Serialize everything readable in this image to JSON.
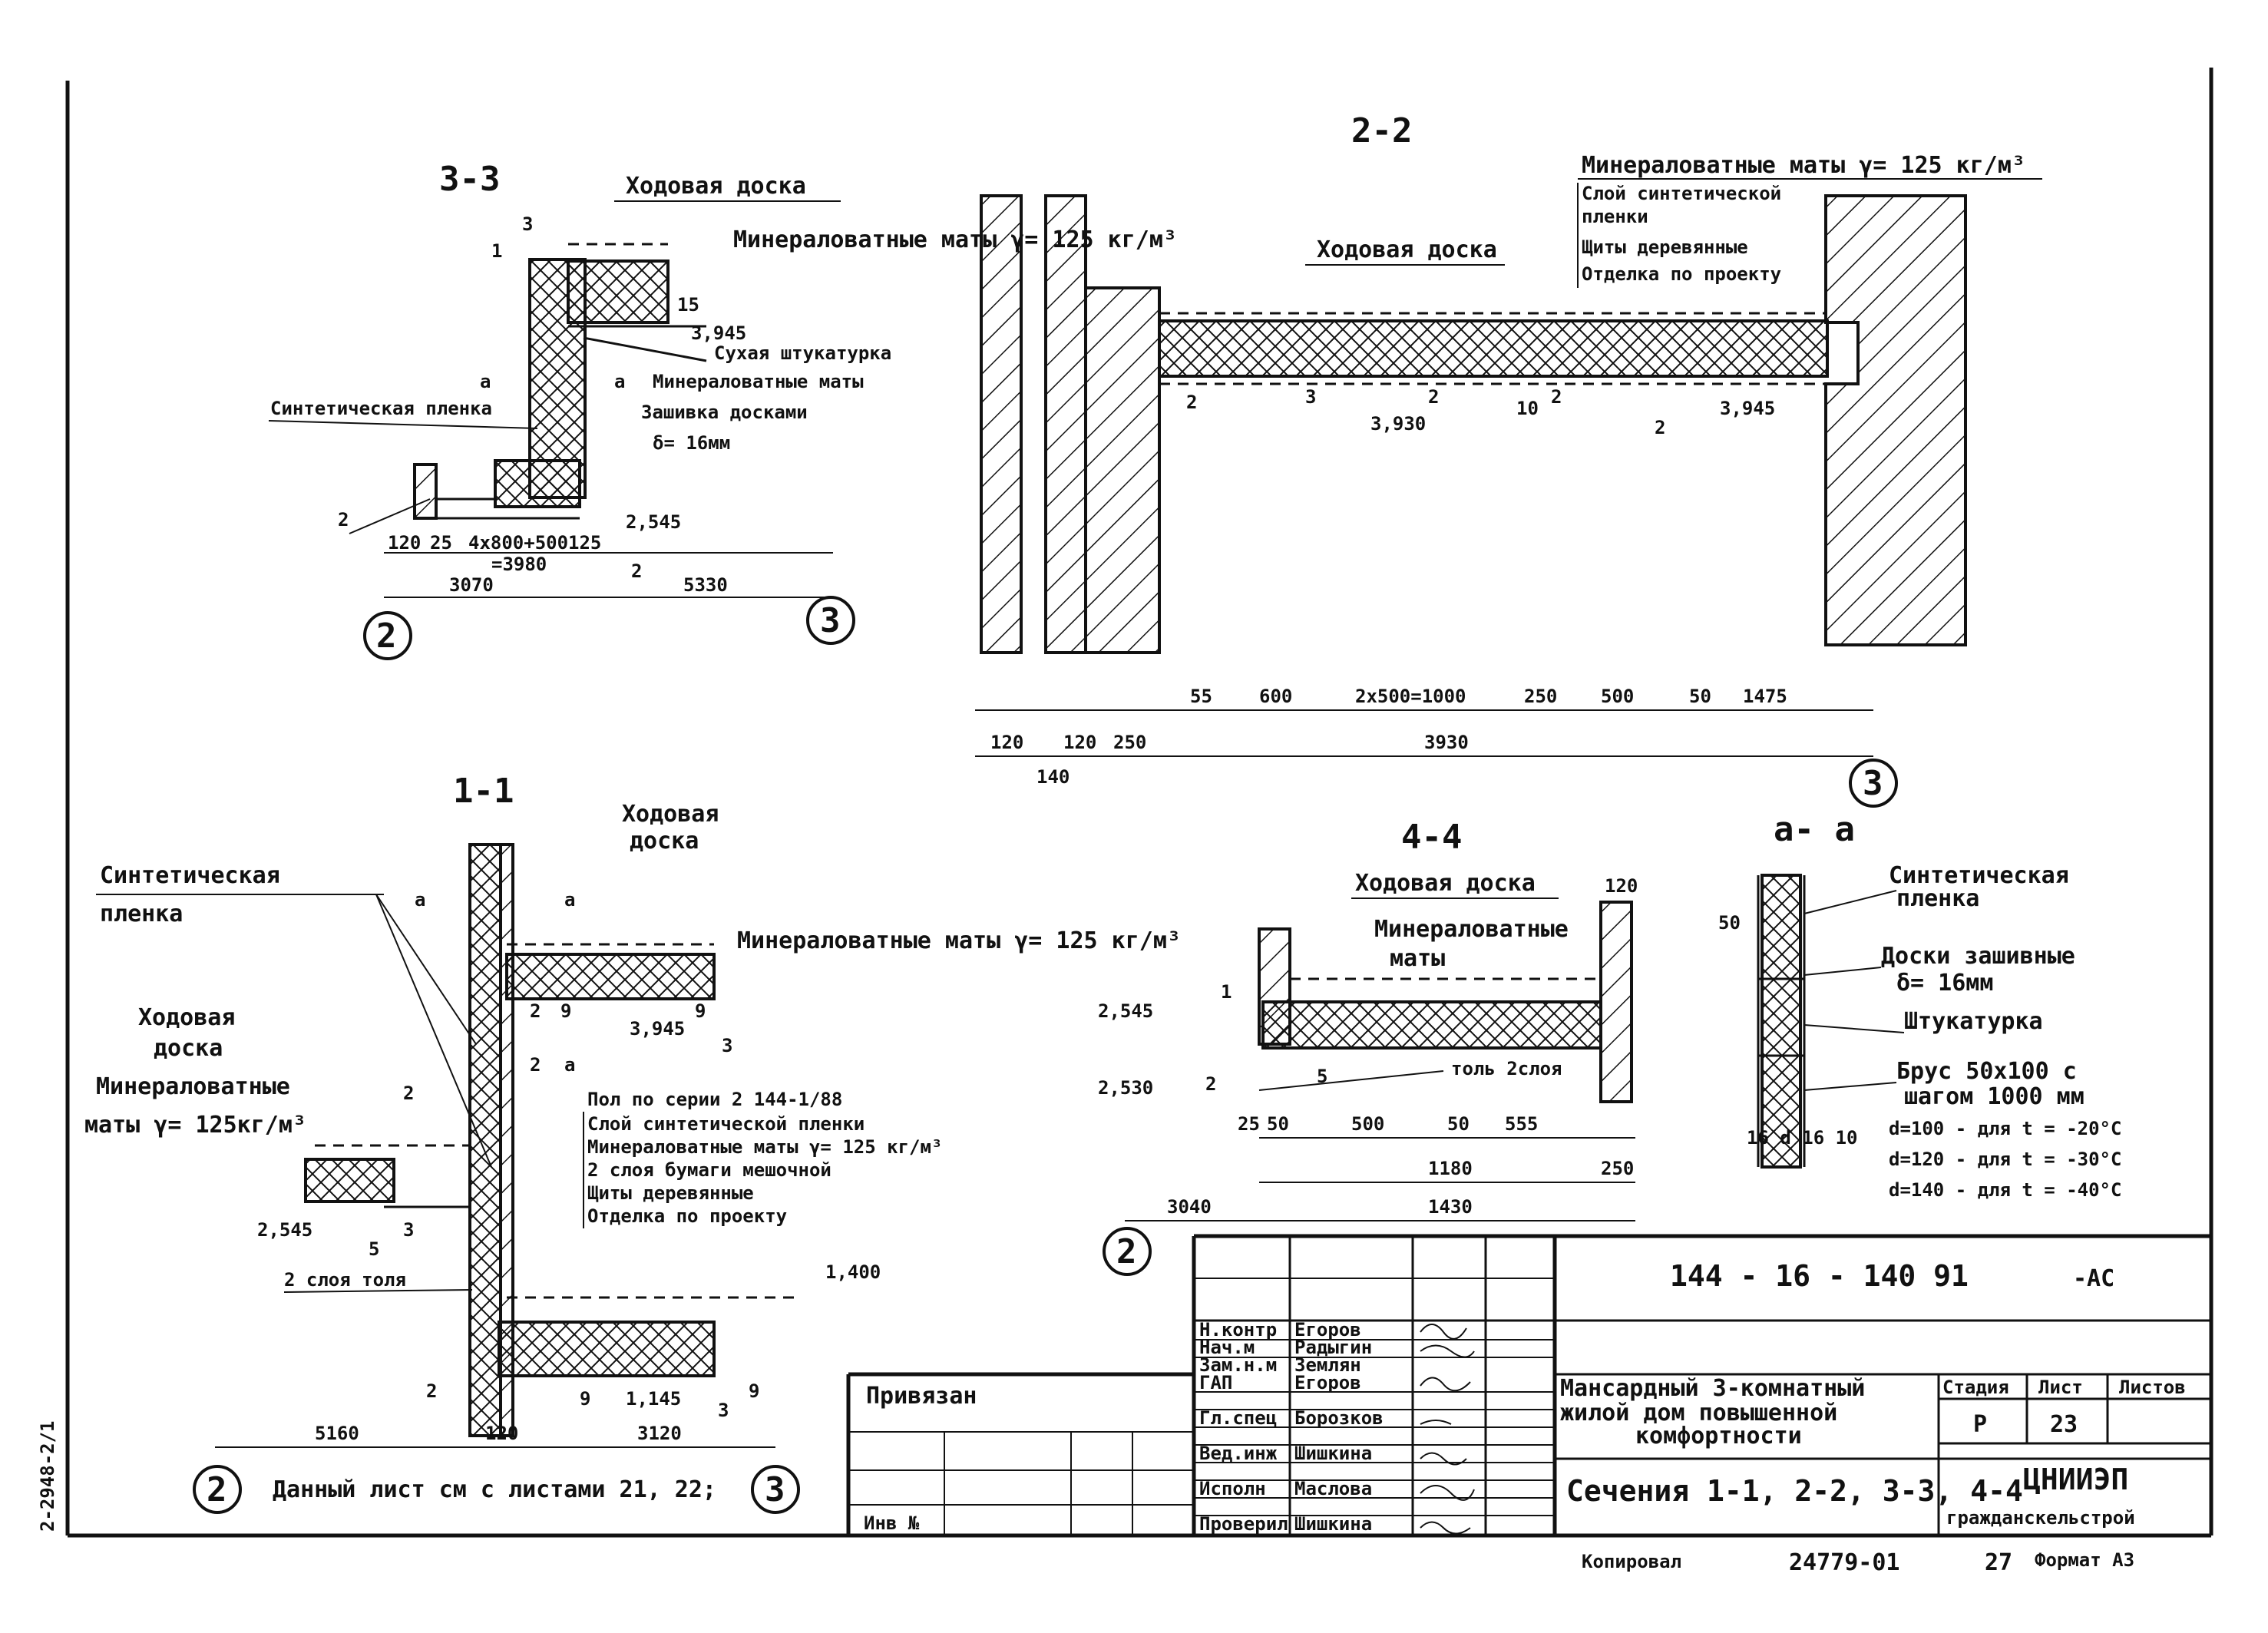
{
  "sections": {
    "s33": {
      "title": "3-3",
      "labels": {
        "walkway_board": "Ходовая доска",
        "mineral_mats": "Минераловатные маты γ= 125 кг/м³",
        "mark_3945": "3,945",
        "dry_plaster": "Сухая штукатурка",
        "mineral_mats2": "Минераловатные маты",
        "synth_film": "Синтетическая пленка",
        "board_sheathing": "Зашивка досками",
        "delta16": "δ= 16мм",
        "mark_2545": "2,545",
        "cut_a": "а",
        "n1": "1",
        "n2": "2",
        "n3": "3",
        "n2b": "2",
        "n15": "15"
      },
      "dims": [
        "120",
        "25",
        "4x800+500",
        "=3980",
        "125",
        "3070",
        "5330"
      ],
      "axes": [
        "2",
        "3"
      ]
    },
    "s22": {
      "title": "2-2",
      "labels": {
        "mineral_mats": "Минераловатные маты γ= 125 кг/м³",
        "synth_layer": "Слой синтетической",
        "film": "пленки",
        "wood_panels": "Щиты деревянные",
        "finish": "Отделка по проекту",
        "walkway_board": "Ходовая доска",
        "mark_3930": "3,930",
        "mark_3945": "3,945",
        "n2a": "2",
        "n3": "3",
        "n2b": "2",
        "n10": "10",
        "n2c": "2",
        "n2d": "2"
      },
      "dims_top": [
        "55",
        "600",
        "2x500=1000",
        "250",
        "500",
        "50",
        "1475"
      ],
      "dims_bottom": [
        "120",
        "120",
        "250",
        "3930"
      ],
      "dim_140": "140",
      "axis": "3"
    },
    "s11": {
      "title": "1-1",
      "labels": {
        "synth_film": "Синтетическая",
        "film": "пленка",
        "walkway_board": "Ходовая доска",
        "walkway1": "Ходовая",
        "walkway2": "доска",
        "mineral_mats_top": "Минераловатные маты γ= 125 кг/м³",
        "mineral_mats_left1": "Минераловатные",
        "mineral_mats_left2": "маты γ= 125кг/м³",
        "mark_3945": "3,945",
        "mark_2545": "2,545",
        "mark_1400": "1,400",
        "mark_1145": "1,145",
        "floor_series": "Пол по серии 2 144-1/88",
        "layer1": "Слой синтетической пленки",
        "layer2": "Минераловатные маты γ= 125 кг/м³",
        "layer3": "2 слоя бумаги мешочной",
        "layer4": "Щиты деревянные",
        "layer5": "Отделка по проекту",
        "ruberoid": "2 слоя толя",
        "cut_a": "а",
        "n2a": "2",
        "n9a": "9",
        "n3a": "3",
        "n9b": "9",
        "n2b": "2",
        "n3b": "3",
        "n2c": "2",
        "n9c": "9",
        "n3c": "3",
        "n9d": "9",
        "n5": "5",
        "n2d": "2"
      },
      "dims": [
        "5160",
        "120",
        "3120"
      ],
      "axes": [
        "2",
        "3"
      ],
      "note": "Данный лист см с листами 21, 22;"
    },
    "s44": {
      "title": "4-4",
      "labels": {
        "walkway_board": "Ходовая доска",
        "mineral_mats1": "Минераловатные",
        "mineral_mats2": "маты",
        "ruberoid": "толь 2слоя",
        "mark_2545": "2,545",
        "mark_2530": "2,530",
        "n1": "1",
        "n2": "2",
        "n5": "5"
      },
      "dims": [
        "25",
        "50",
        "500",
        "50",
        "555",
        "1180",
        "250",
        "3040",
        "1430",
        "120"
      ],
      "axis": "2"
    },
    "saa": {
      "title": "а- а",
      "labels": {
        "synth_film1": "Синтетическая",
        "synth_film2": "пленка",
        "boards1": "Доски зашивные",
        "boards2": "δ= 16мм",
        "plaster": "Штукатурка",
        "beam1": "Брус 50x100 с",
        "beam2": "шагом 1000 мм",
        "d_label": "16  d  16 10",
        "d100": "d=100  - для t = -20°С",
        "d120": "d=120  - для t = -30°С",
        "d140": "d=140  - для t = -40°С",
        "dim50": "50"
      }
    }
  },
  "titleblock": {
    "code": "144 - 16 - 140 91",
    "suffix": "-АС",
    "bound": "Привязан",
    "inv": "Инв №",
    "roles": [
      "Н.контр",
      "Нач.м",
      "Зам.н.м",
      "ГАП",
      "Гл.спец",
      "Вед.инж",
      "Исполн",
      "Проверил"
    ],
    "names": [
      "Егоров",
      "Радыгин",
      "Землян",
      "Егоров",
      "Борозков",
      "Шишкина",
      "Маслова",
      "Шишкина"
    ],
    "project1": "Мансардный 3-комнатный",
    "project2": "жилой дом повышенной",
    "project3": "комфортности",
    "sheet_title": "Сечения 1-1, 2-2, 3-3, 4-4",
    "stage_h": "Стадия",
    "sheet_h": "Лист",
    "sheets_h": "Листов",
    "stage": "Р",
    "sheet_no": "23",
    "org1": "ЦНИИЭП",
    "org2": "гражданскельстрой"
  },
  "footer": {
    "copied": "Копировал",
    "number": "24779-01",
    "page": "27",
    "format": "Формат А3"
  },
  "margin_code": "2-2948-2/1"
}
